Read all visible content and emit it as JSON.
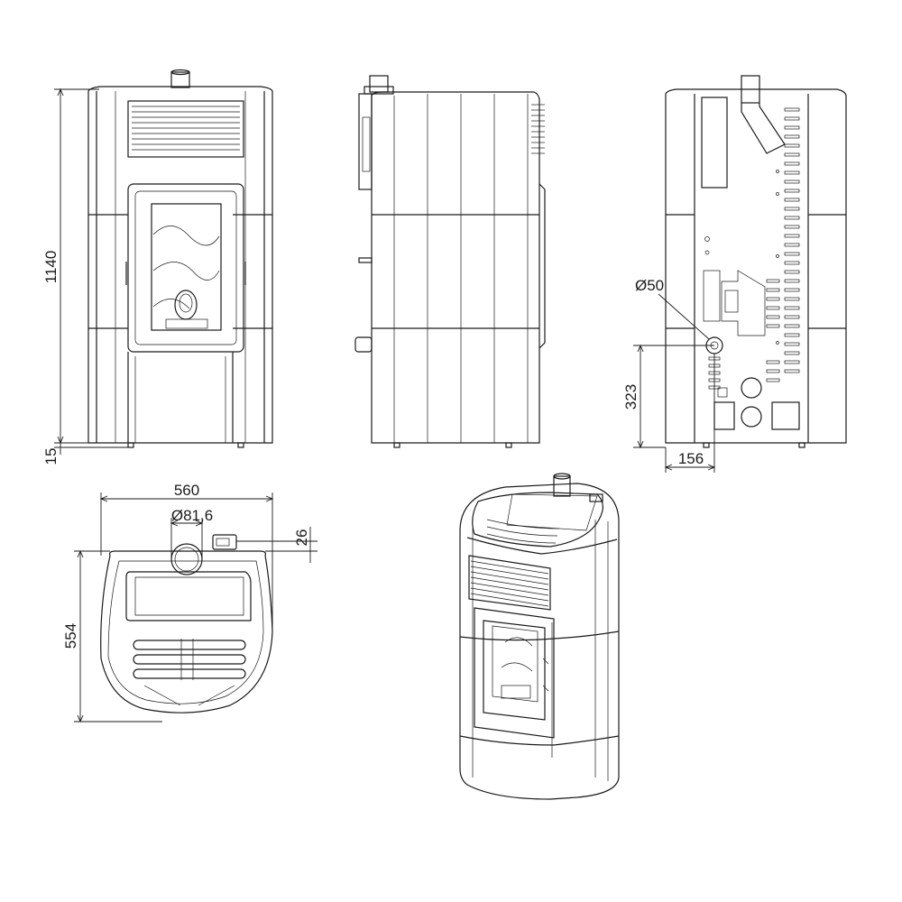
{
  "dimensions": {
    "height_total": "1140",
    "foot_height": "15",
    "outlet_diameter": "Ø50",
    "outlet_height": "323",
    "outlet_offset": "156",
    "width": "560",
    "flue_diameter": "Ø81,6",
    "flue_offset": "26",
    "depth": "554"
  },
  "colors": {
    "line": "#1a1a1a",
    "background": "#ffffff"
  }
}
